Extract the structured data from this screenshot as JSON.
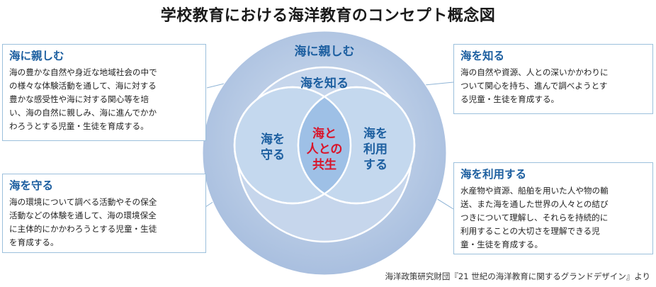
{
  "title": "学校教育における海洋教育のコンセプト概念図",
  "circles": {
    "outer": "海に親しむ",
    "middle": "海を知る",
    "left": "海を\n守る",
    "right": "海を\n利用\nする",
    "center": "海と\n人との\n共生"
  },
  "boxes": {
    "shitashimu": {
      "heading": "海に親しむ",
      "text": "海の豊かな自然や身近な地域社会の中で\nの様々な体験活動を通して、海に対する\n豊かな感受性や海に対する関心等を培\nい、海の自然に親しみ、海に進んでかか\nわろうとする児童・生徒を育成する。"
    },
    "mamoru": {
      "heading": "海を守る",
      "text": "海の環境について調べる活動やその保全\n活動などの体験を通して、海の環境保全\nに主体的にかかわろうとする児童・生徒\nを育成する。"
    },
    "shiru": {
      "heading": "海を知る",
      "text": "海の自然や資源、人との深いかかわりに\nついて関心を持ち、進んで調べようとす\nる児童・生徒を育成する。"
    },
    "riyou": {
      "heading": "海を利用する",
      "text": "水産物や資源、船舶を用いた人や物の輸\n送、また海を通した世界の人々との結び\nつきについて理解し、それらを持続的に\n利用することの大切さを理解できる児\n童・生徒を育成する。"
    }
  },
  "source": "海洋政策研究財団『21 世紀の海洋教育に関するグランドデザイン』より",
  "colors": {
    "outer": "#b3c7e3",
    "middle": "#c6d6ec",
    "inner": "#c4d8ee",
    "lens": "#9ec0e6",
    "heading": "#1d5fa0",
    "center_text": "#d9142a",
    "box_border": "#9cc0dc"
  }
}
